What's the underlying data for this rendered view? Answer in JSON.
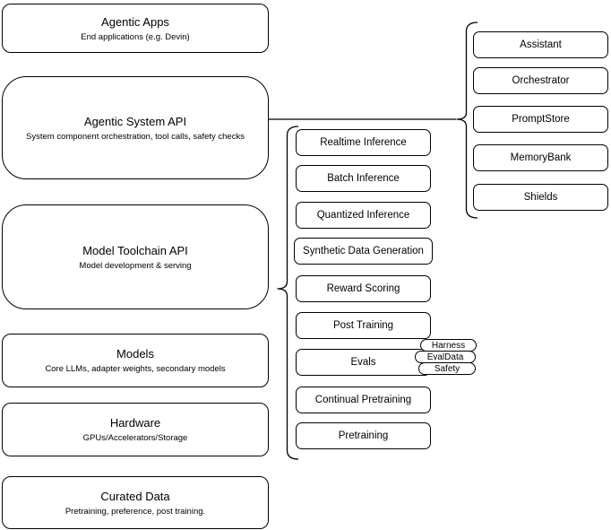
{
  "diagram": {
    "background": "#ffffff",
    "stroke_color": "#000000",
    "box_fill": "#ffffff",
    "left_stack": [
      {
        "title": "Agentic Apps",
        "subtitle": "End applications (e.g. Devin)"
      },
      {
        "title": "Agentic System API",
        "subtitle": "System component orchestration, tool calls, safety checks"
      },
      {
        "title": "Model Toolchain API",
        "subtitle": "Model development & serving"
      },
      {
        "title": "Models",
        "subtitle": "Core LLMs, adapter weights, secondary models"
      },
      {
        "title": "Hardware",
        "subtitle": "GPUs/Accelerators/Storage"
      },
      {
        "title": "Curated Data",
        "subtitle": "Pretraining, preference, post training."
      }
    ],
    "toolchain_components": [
      "Realtime Inference",
      "Batch Inference",
      "Quantized Inference",
      "Synthetic Data Generation",
      "Reward Scoring",
      "Post Training",
      "Evals",
      "Continual Pretraining",
      "Pretraining"
    ],
    "eval_badges": [
      "Harness",
      "EvalData",
      "Safety"
    ],
    "system_components": [
      "Assistant",
      "Orchestrator",
      "PromptStore",
      "MemoryBank",
      "Shields"
    ]
  }
}
